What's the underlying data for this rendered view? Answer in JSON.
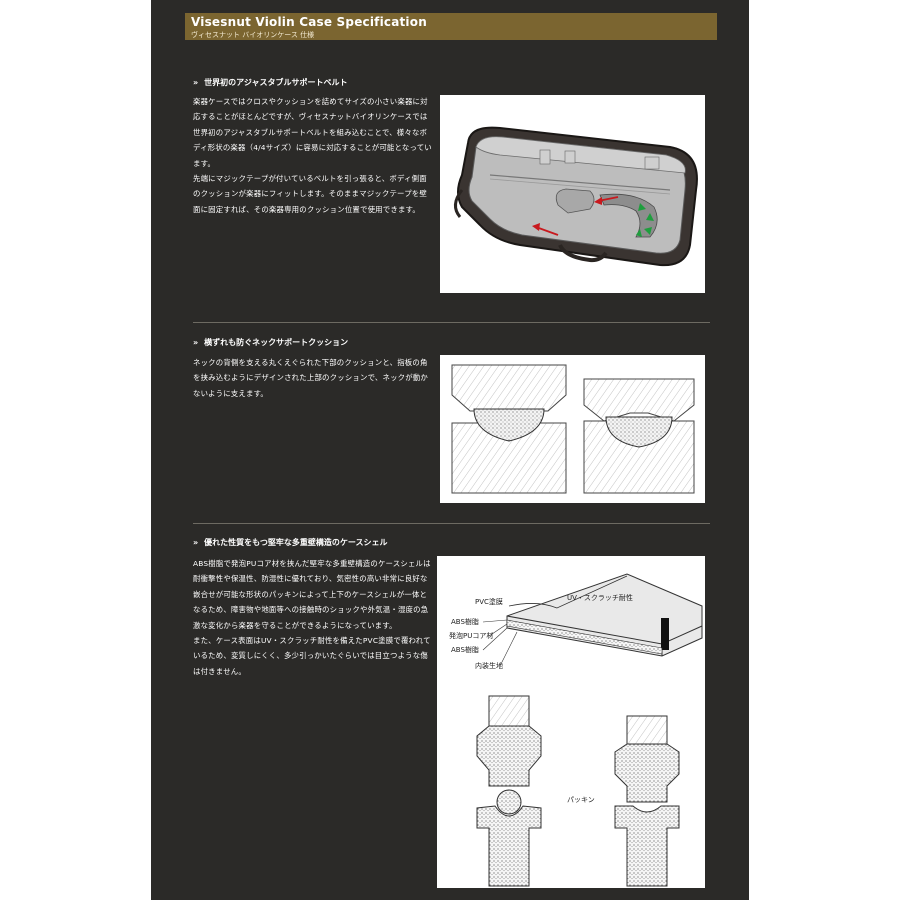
{
  "header": {
    "title": "Visesnut Violin Case Specification",
    "subtitle": "ヴィセスナット バイオリンケース 仕様"
  },
  "sections": [
    {
      "marker": "»",
      "heading": "世界初のアジャスタブルサポートベルト",
      "body": "楽器ケースではクロスやクッションを詰めてサイズの小さい楽器に対応することがほとんどですが、ヴィセスナットバイオリンケースでは世界初のアジャスタブルサポートベルトを組み込むことで、様々なボディ形状の楽器（4/4サイズ）に容易に対応することが可能となっています。\n先端にマジックテープが付いているベルトを引っ張ると、ボディ側面のクッションが楽器にフィットします。そのままマジックテープを壁面に固定すれば、その楽器専用のクッション位置で使用できます。"
    },
    {
      "marker": "»",
      "heading": "横ずれも防ぐネックサポートクッション",
      "body": "ネックの背側を支える丸くえぐられた下部のクッションと、指板の角を挟み込むようにデザインされた上部のクッションで、ネックが動かないように支えます。"
    },
    {
      "marker": "»",
      "heading": "優れた性質をもつ堅牢な多重壁構造のケースシェル",
      "body": "ABS樹脂で発泡PUコア材を挟んだ堅牢な多重壁構造のケースシェルは耐衝撃性や保温性、防湿性に優れており、気密性の高い非常に良好な嵌合せが可能な形状のパッキンによって上下のケースシェルが一体となるため、障害物や地面等への接触時のショックや外気温・湿度の急激な変化から楽器を守ることができるようになっています。\nまた、ケース表面はUV・スクラッチ耐性を備えたPVC塗膜で覆われているため、変質しにくく、多少引っかいたぐらいでは目立つような傷は付きません。"
    }
  ],
  "diagram_labels": {
    "pvc": "PVC塗膜",
    "uv": "UV・スクラッチ耐性",
    "abs_top": "ABS樹脂",
    "pu": "発泡PUコア材",
    "abs_bottom": "ABS樹脂",
    "lining": "内装生地",
    "packing": "パッキン"
  },
  "colors": {
    "panel": "#2b2a28",
    "header_band": "#7b6530",
    "arrow_red": "#c8191e",
    "arrow_green": "#1f9e3e"
  }
}
